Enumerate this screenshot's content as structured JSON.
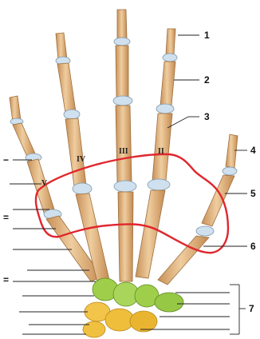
{
  "labels": {
    "right": [
      "1",
      "2",
      "3",
      "4",
      "5",
      "6",
      "7"
    ],
    "left_marks": [
      "−",
      "=",
      "="
    ]
  },
  "digit_numerals": {
    "ring": "IV",
    "middle": "III",
    "index": "II",
    "little": "V"
  },
  "colors": {
    "bone": "#e2b784",
    "bone_shadow": "#c89058",
    "joint_cartilage": "#cfe0ee",
    "carpal_green": "#9fcf4a",
    "carpal_yellow": "#efbe3a",
    "highlight_circle": "#e0262e"
  }
}
